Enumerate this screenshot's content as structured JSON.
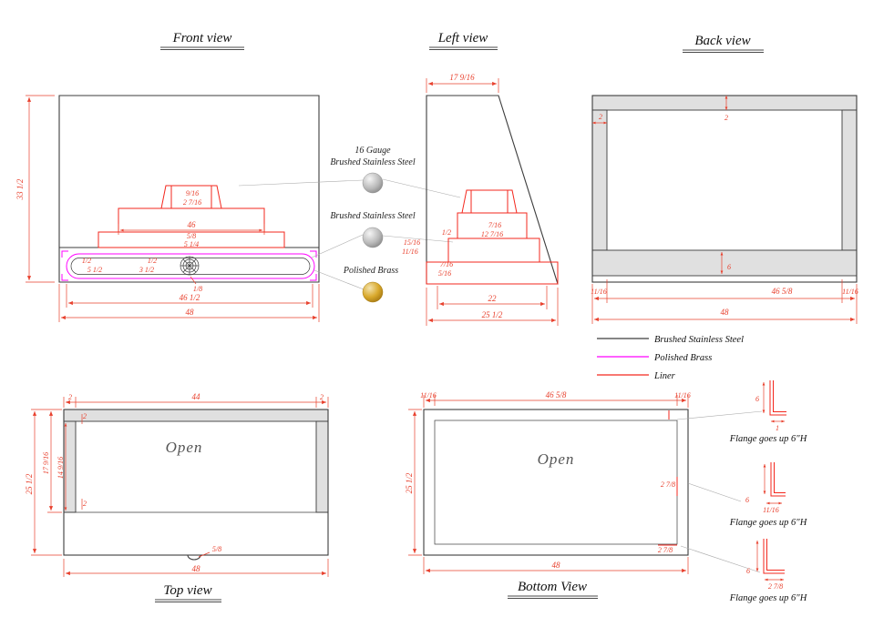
{
  "colors": {
    "steel": "#3c3c3c",
    "brass": "#ff00ff",
    "liner": "#f3271d",
    "dim": "#e8402d",
    "wall_fill": "#e0e0e0"
  },
  "views": {
    "front": {
      "title": "Front view",
      "dims": {
        "height": "33 1/2",
        "duct_depth": "9/16",
        "duct_width": "2 7/16",
        "shelf_width": "46",
        "shelf_frac": "5/8",
        "shelf_depth": "5 1/4",
        "band_left_h": "1/2",
        "band_left_w": "5 1/2",
        "band_mid_h": "1/2",
        "band_mid_w": "3 1/2",
        "knob": "1/8",
        "inner_width": "46 1/2",
        "total_width": "48"
      }
    },
    "left": {
      "title": "Left view",
      "dims": {
        "top_width": "17 9/16",
        "lip": "1/2",
        "duct_a": "7/16",
        "duct_b": "12 7/16",
        "step_a": "15/16",
        "step_b": "11/16",
        "step_c": "7/16",
        "step_d": "5/16",
        "base_width": "22",
        "total_depth": "25 1/2"
      }
    },
    "back": {
      "title": "Back view",
      "dims": {
        "wall_left": "2",
        "wall_top": "2",
        "band_height": "6",
        "margin_left": "11/16",
        "opening_width": "46 5/8",
        "margin_right": "11/16",
        "total_width": "48"
      }
    },
    "top": {
      "title": "Top view",
      "open_label": "Open",
      "dims": {
        "margin_left": "2",
        "opening_width": "44",
        "margin_right": "2",
        "total_depth": "25 1/2",
        "inner_depth_a": "17 9/16",
        "inner_depth_b": "14 9/16",
        "wall_top": "2",
        "wall_bottom": "2",
        "handle": "5/8",
        "total_width": "48"
      }
    },
    "bottom": {
      "title": "Bottom View",
      "open_label": "Open",
      "dims": {
        "margin_left": "11/16",
        "opening_width": "46 5/8",
        "margin_right": "11/16",
        "total_depth": "25 1/2",
        "flange_mid": "2 7/8",
        "flange_bottom": "2 7/8",
        "total_width": "48"
      }
    }
  },
  "callouts": {
    "gauge_title": "16 Gauge",
    "gauge_material": "Brushed Stainless Steel",
    "steel_label": "Brushed Stainless Steel",
    "brass_label": "Polished Brass"
  },
  "legend": {
    "items": [
      {
        "label": "Brushed Stainless Steel",
        "color": "#3c3c3c"
      },
      {
        "label": "Polished Brass",
        "color": "#ff00ff"
      },
      {
        "label": "Liner",
        "color": "#f3271d"
      }
    ]
  },
  "flange_details": [
    {
      "height": "6",
      "width": "1",
      "note": "Flange goes up 6\"H"
    },
    {
      "height": "6",
      "width": "11/16",
      "note": "Flange goes up 6\"H"
    },
    {
      "height": "6",
      "width": "2 7/8",
      "note": "Flange goes up 6\"H"
    }
  ]
}
